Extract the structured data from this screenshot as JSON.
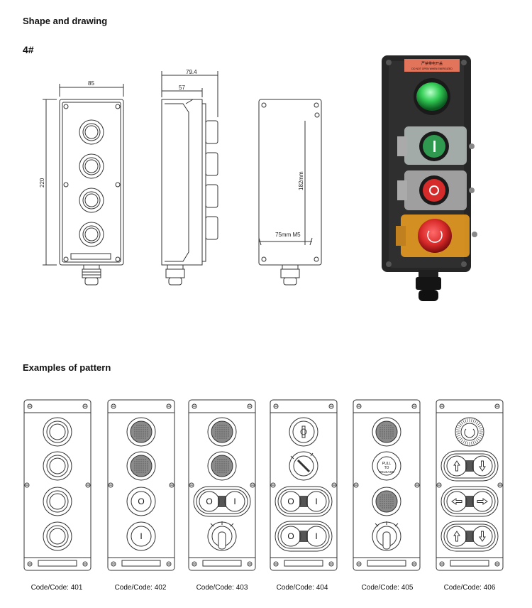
{
  "headings": {
    "shape_drawing": "Shape and drawing",
    "model": "4#",
    "examples": "Examples of pattern"
  },
  "dimensions": {
    "front_width": "85",
    "front_height": "220",
    "side_depth_total": "79.4",
    "side_depth_body": "57",
    "mount_vertical": "182mm",
    "mount_horizontal": "75mm M5"
  },
  "photo": {
    "label_text": "严禁带电开盖",
    "label_subtext": "DO NOT OPEN WHEN ENERGIZED",
    "colors": {
      "body": "#262626",
      "pilot_light": "#33cc55",
      "start_button": "#2f9a4f",
      "stop_button": "#d62b2b",
      "estop": "#d92a2a",
      "estop_guard": "#f0a020"
    }
  },
  "patterns": [
    {
      "code": "Code/Code: 401",
      "elements": [
        "plain",
        "plain",
        "plain",
        "plain"
      ]
    },
    {
      "code": "Code/Code: 402",
      "elements": [
        "lamp",
        "lamp",
        "O",
        "I"
      ]
    },
    {
      "code": "Code/Code: 403",
      "elements": [
        "lamp",
        "lamp",
        "O|I",
        "selector"
      ]
    },
    {
      "code": "Code/Code: 404",
      "elements": [
        "key",
        "key-switch",
        "O|I",
        "O|I"
      ]
    },
    {
      "code": "Code/Code: 405",
      "elements": [
        "lamp",
        "pull-release",
        "lamp",
        "selector"
      ]
    },
    {
      "code": "Code/Code: 406",
      "elements": [
        "estop",
        "up|down",
        "left|right",
        "up|down"
      ]
    }
  ],
  "pull_release_text": "PULL TO RELEASE"
}
